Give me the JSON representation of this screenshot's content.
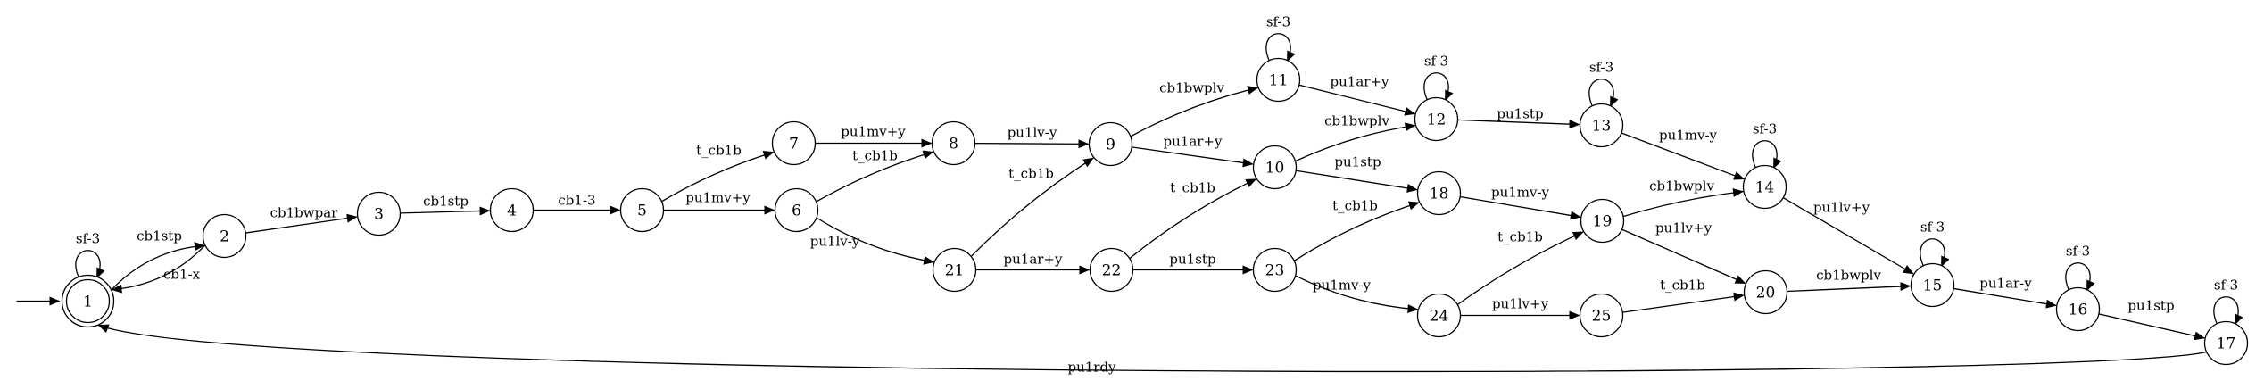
{
  "diagram": {
    "type": "state-machine",
    "start_state": "1",
    "accepting_states": [
      "1"
    ],
    "states": [
      "1",
      "2",
      "3",
      "4",
      "5",
      "6",
      "7",
      "8",
      "9",
      "10",
      "11",
      "12",
      "13",
      "14",
      "15",
      "16",
      "17",
      "18",
      "19",
      "20",
      "21",
      "22",
      "23",
      "24",
      "25"
    ],
    "transitions": [
      {
        "from": "1",
        "to": "1",
        "label": "sf-3"
      },
      {
        "from": "1",
        "to": "2",
        "label": "cb1-x"
      },
      {
        "from": "2",
        "to": "1",
        "label": "cb1stp"
      },
      {
        "from": "2",
        "to": "3",
        "label": "cb1bwpar"
      },
      {
        "from": "3",
        "to": "4",
        "label": "cb1stp"
      },
      {
        "from": "4",
        "to": "5",
        "label": "cb1-3"
      },
      {
        "from": "5",
        "to": "7",
        "label": "t_cb1b"
      },
      {
        "from": "5",
        "to": "6",
        "label": "pu1mv+y"
      },
      {
        "from": "7",
        "to": "8",
        "label": "pu1mv+y"
      },
      {
        "from": "6",
        "to": "8",
        "label": "t_cb1b"
      },
      {
        "from": "6",
        "to": "21",
        "label": "pu1lv-y"
      },
      {
        "from": "8",
        "to": "9",
        "label": "pu1lv-y"
      },
      {
        "from": "21",
        "to": "9",
        "label": "t_cb1b"
      },
      {
        "from": "21",
        "to": "22",
        "label": "pu1ar+y"
      },
      {
        "from": "9",
        "to": "11",
        "label": "cb1bwplv"
      },
      {
        "from": "9",
        "to": "10",
        "label": "pu1ar+y"
      },
      {
        "from": "22",
        "to": "10",
        "label": "t_cb1b"
      },
      {
        "from": "22",
        "to": "23",
        "label": "pu1stp"
      },
      {
        "from": "11",
        "to": "11",
        "label": "sf-3"
      },
      {
        "from": "11",
        "to": "12",
        "label": "pu1ar+y"
      },
      {
        "from": "10",
        "to": "12",
        "label": "cb1bwplv"
      },
      {
        "from": "10",
        "to": "18",
        "label": "pu1stp"
      },
      {
        "from": "23",
        "to": "18",
        "label": "t_cb1b"
      },
      {
        "from": "23",
        "to": "24",
        "label": "pu1mv-y"
      },
      {
        "from": "12",
        "to": "12",
        "label": "sf-3"
      },
      {
        "from": "12",
        "to": "13",
        "label": "pu1stp"
      },
      {
        "from": "18",
        "to": "19",
        "label": "pu1mv-y"
      },
      {
        "from": "24",
        "to": "19",
        "label": "t_cb1b"
      },
      {
        "from": "24",
        "to": "25",
        "label": "pu1lv+y"
      },
      {
        "from": "13",
        "to": "13",
        "label": "sf-3"
      },
      {
        "from": "13",
        "to": "14",
        "label": "pu1mv-y"
      },
      {
        "from": "19",
        "to": "14",
        "label": "cb1bwplv"
      },
      {
        "from": "19",
        "to": "20",
        "label": "pu1lv+y"
      },
      {
        "from": "25",
        "to": "20",
        "label": "t_cb1b"
      },
      {
        "from": "14",
        "to": "14",
        "label": "sf-3"
      },
      {
        "from": "14",
        "to": "15",
        "label": "pu1lv+y"
      },
      {
        "from": "20",
        "to": "15",
        "label": "cb1bwplv"
      },
      {
        "from": "15",
        "to": "15",
        "label": "sf-3"
      },
      {
        "from": "15",
        "to": "16",
        "label": "pu1ar-y"
      },
      {
        "from": "16",
        "to": "16",
        "label": "sf-3"
      },
      {
        "from": "16",
        "to": "17",
        "label": "pu1stp"
      },
      {
        "from": "17",
        "to": "17",
        "label": "sf-3"
      },
      {
        "from": "17",
        "to": "1",
        "label": "pu1rdy"
      }
    ]
  }
}
